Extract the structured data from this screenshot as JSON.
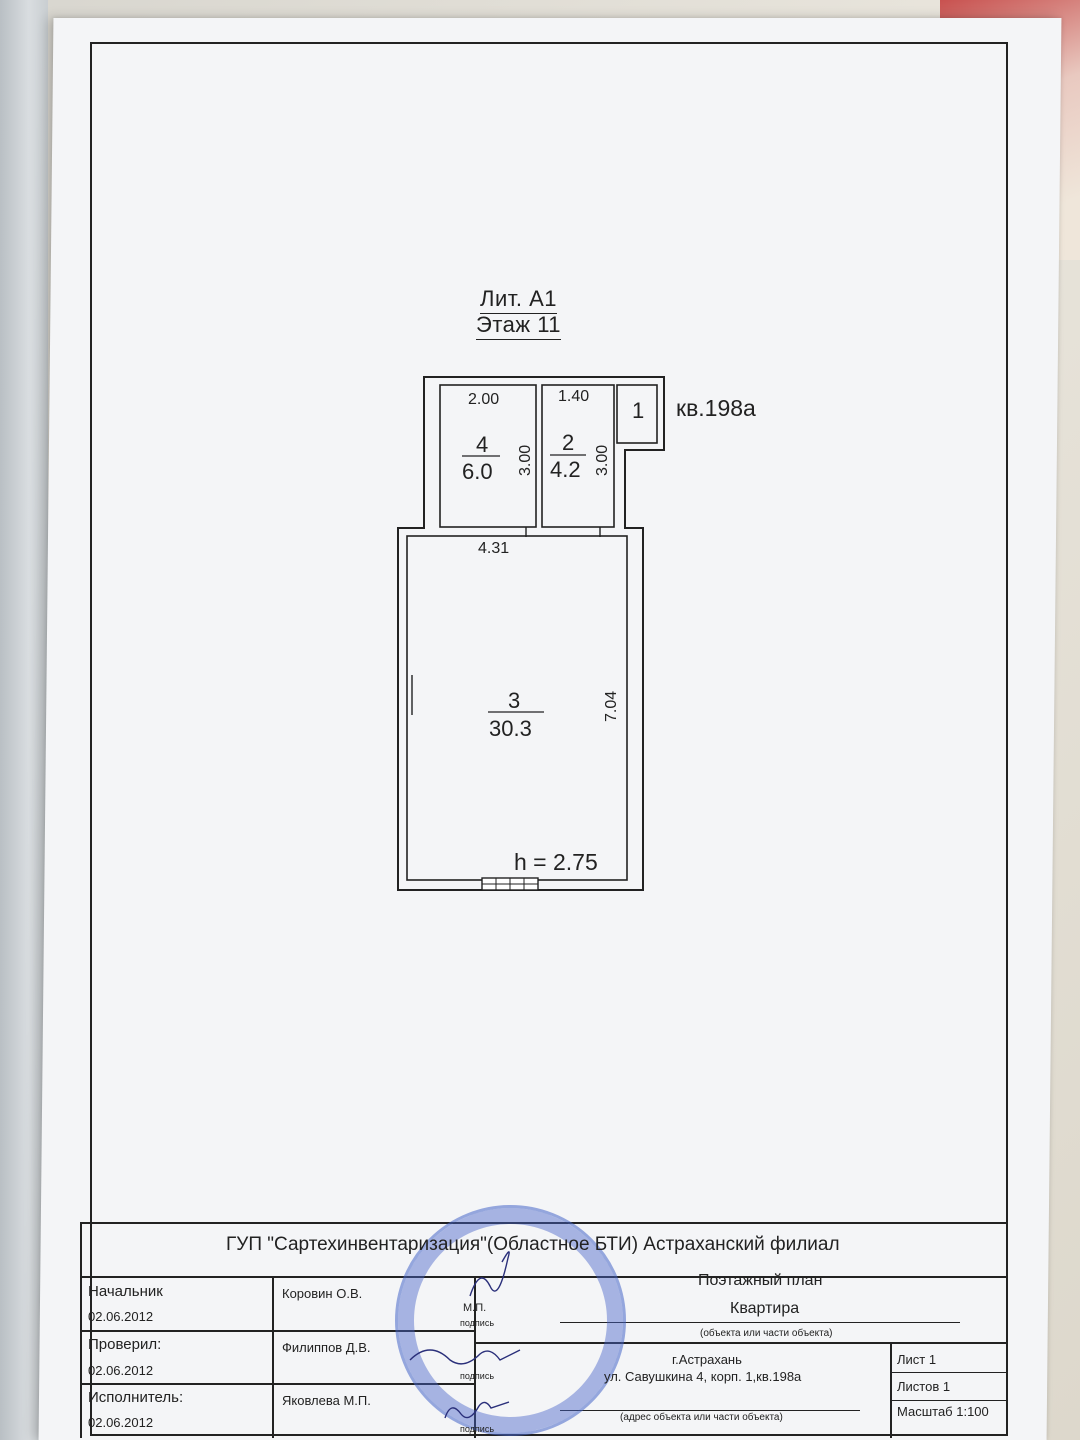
{
  "plan": {
    "lit": "Лит. А1",
    "floor": "Этаж 11",
    "apartment_label": "кв.198а",
    "height_label": "h = 2.75",
    "rooms": [
      {
        "number": "4",
        "area": "6.0",
        "width": "2.00",
        "length": "3.00"
      },
      {
        "number": "2",
        "area": "4.2",
        "width": "1.40",
        "length": "3.00"
      },
      {
        "number": "1"
      },
      {
        "number": "3",
        "area": "30.3",
        "width": "4.31",
        "length": "7.04"
      }
    ]
  },
  "title_block": {
    "organization": "ГУП \"Сартехинвентаризация\"(Областное БТИ) Астраханский филиал",
    "rows": [
      {
        "role": "Начальник",
        "date": "02.06.2012",
        "name": "Коровин О.В."
      },
      {
        "role": "Проверил:",
        "date": "02.06.2012",
        "name": "Филиппов Д.В."
      },
      {
        "role": "Исполнитель:",
        "date": "02.06.2012",
        "name": "Яковлева М.П."
      }
    ],
    "mp": "М.П.",
    "signature_caption": "подпись",
    "doc_type": "Поэтажный план",
    "object": "Квартира",
    "object_caption": "(объекта или части объекта)",
    "city": "г.Астрахань",
    "address": "ул. Савушкина 4, корп. 1,кв.198а",
    "address_caption": "(адрес объекта или части объекта)",
    "sheet": "Лист 1",
    "sheets": "Листов 1",
    "scale": "Масштаб 1:100"
  }
}
